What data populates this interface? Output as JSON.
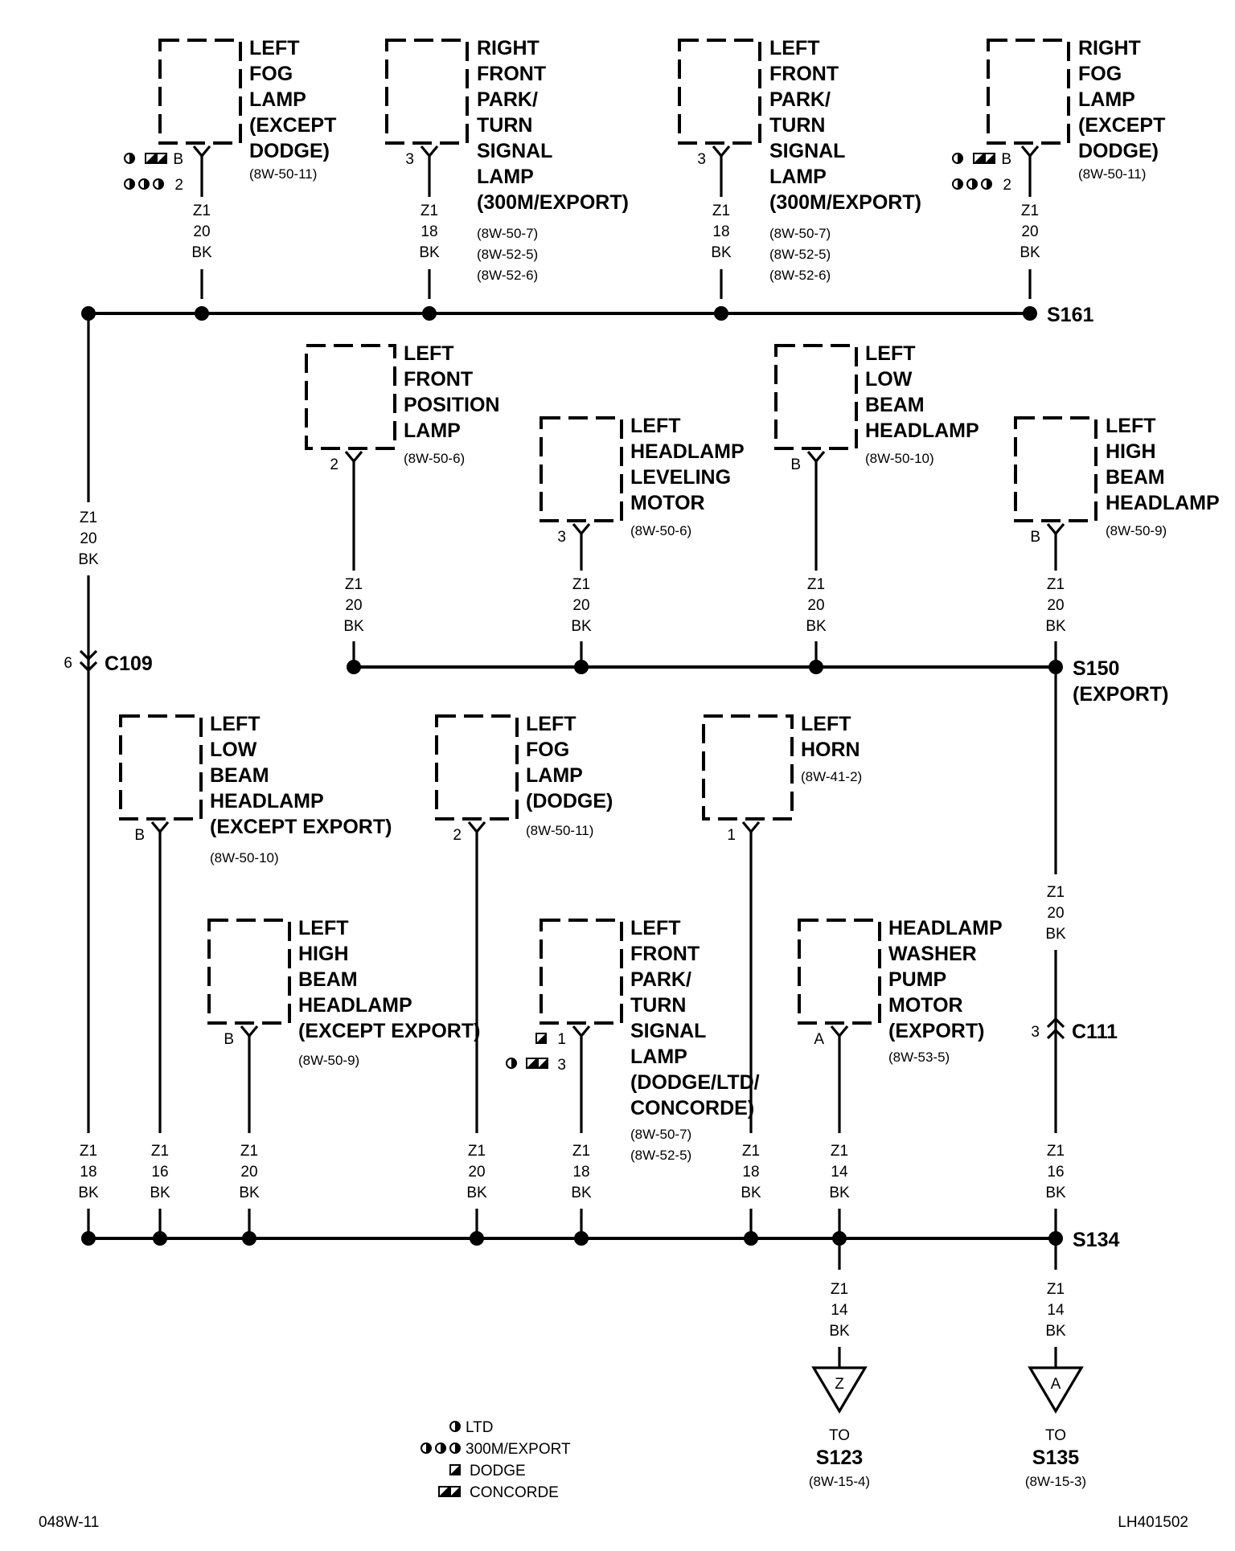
{
  "components": {
    "c1": {
      "lines": [
        "LEFT",
        "FOG",
        "LAMP",
        "(EXCEPT",
        "DODGE)"
      ],
      "refs": [
        "(8W-50-11)"
      ],
      "pin": "B",
      "pin2": "2"
    },
    "c2": {
      "lines": [
        "RIGHT",
        "FRONT",
        "PARK/",
        "TURN",
        "SIGNAL",
        "LAMP",
        "(300M/EXPORT)"
      ],
      "refs": [
        "(8W-50-7)",
        "(8W-52-5)",
        "(8W-52-6)"
      ],
      "pin": "3"
    },
    "c3": {
      "lines": [
        "LEFT",
        "FRONT",
        "PARK/",
        "TURN",
        "SIGNAL",
        "LAMP",
        "(300M/EXPORT)"
      ],
      "refs": [
        "(8W-50-7)",
        "(8W-52-5)",
        "(8W-52-6)"
      ],
      "pin": "3"
    },
    "c4": {
      "lines": [
        "RIGHT",
        "FOG",
        "LAMP",
        "(EXCEPT",
        "DODGE)"
      ],
      "refs": [
        "(8W-50-11)"
      ],
      "pin": "B",
      "pin2": "2"
    },
    "c5": {
      "lines": [
        "LEFT",
        "FRONT",
        "POSITION",
        "LAMP"
      ],
      "refs": [
        "(8W-50-6)"
      ],
      "pin": "2"
    },
    "c6": {
      "lines": [
        "LEFT",
        "HEADLAMP",
        "LEVELING",
        "MOTOR"
      ],
      "refs": [
        "(8W-50-6)"
      ],
      "pin": "3"
    },
    "c7": {
      "lines": [
        "LEFT",
        "LOW",
        "BEAM",
        "HEADLAMP"
      ],
      "refs": [
        "(8W-50-10)"
      ],
      "pin": "B"
    },
    "c8": {
      "lines": [
        "LEFT",
        "HIGH",
        "BEAM",
        "HEADLAMP"
      ],
      "refs": [
        "(8W-50-9)"
      ],
      "pin": "B"
    },
    "c9": {
      "lines": [
        "LEFT",
        "LOW",
        "BEAM",
        "HEADLAMP",
        "(EXCEPT EXPORT)"
      ],
      "refs": [
        "(8W-50-10)"
      ],
      "pin": "B"
    },
    "c10": {
      "lines": [
        "LEFT",
        "FOG",
        "LAMP",
        "(DODGE)"
      ],
      "refs": [
        "(8W-50-11)"
      ],
      "pin": "2"
    },
    "c11": {
      "lines": [
        "LEFT",
        "HORN"
      ],
      "refs": [
        "(8W-41-2)"
      ],
      "pin": "1"
    },
    "c12": {
      "lines": [
        "LEFT",
        "HIGH",
        "BEAM",
        "HEADLAMP",
        "(EXCEPT EXPORT)"
      ],
      "refs": [
        "(8W-50-9)"
      ],
      "pin": "B"
    },
    "c13": {
      "lines": [
        "LEFT",
        "FRONT",
        "PARK/",
        "TURN",
        "SIGNAL",
        "LAMP",
        "(DODGE/LTD/",
        "CONCORDE)"
      ],
      "refs": [
        "(8W-50-7)",
        "(8W-52-5)"
      ],
      "pin": "1",
      "pin2": "3"
    },
    "c14": {
      "lines": [
        "HEADLAMP",
        "WASHER",
        "PUMP",
        "MOTOR",
        "(EXPORT)"
      ],
      "refs": [
        "(8W-53-5)"
      ],
      "pin": "A"
    }
  },
  "wires": {
    "w1": [
      "Z1",
      "20",
      "BK"
    ],
    "w2": [
      "Z1",
      "18",
      "BK"
    ],
    "w3": [
      "Z1",
      "18",
      "BK"
    ],
    "w4": [
      "Z1",
      "20",
      "BK"
    ],
    "w5": [
      "Z1",
      "20",
      "BK"
    ],
    "w6": [
      "Z1",
      "20",
      "BK"
    ],
    "w7": [
      "Z1",
      "20",
      "BK"
    ],
    "w8": [
      "Z1",
      "20",
      "BK"
    ],
    "w9": [
      "Z1",
      "20",
      "BK"
    ],
    "w10": [
      "Z1",
      "20",
      "BK"
    ],
    "w11": [
      "Z1",
      "18",
      "BK"
    ],
    "w12": [
      "Z1",
      "16",
      "BK"
    ],
    "w13": [
      "Z1",
      "20",
      "BK"
    ],
    "w14": [
      "Z1",
      "20",
      "BK"
    ],
    "w15": [
      "Z1",
      "18",
      "BK"
    ],
    "w16": [
      "Z1",
      "18",
      "BK"
    ],
    "w17": [
      "Z1",
      "14",
      "BK"
    ],
    "w18": [
      "Z1",
      "16",
      "BK"
    ],
    "w19": [
      "Z1",
      "14",
      "BK"
    ],
    "w20": [
      "Z1",
      "14",
      "BK"
    ]
  },
  "splices": {
    "s161": "S161",
    "s150": "S150",
    "s150_note": "(EXPORT)",
    "s134": "S134"
  },
  "connectors": {
    "c109": "C109",
    "c109_pin": "6",
    "c111": "C111",
    "c111_pin": "3"
  },
  "terminals": {
    "z": {
      "letter": "Z",
      "to": "TO",
      "dest": "S123",
      "ref": "(8W-15-4)"
    },
    "a": {
      "letter": "A",
      "to": "TO",
      "dest": "S135",
      "ref": "(8W-15-3)"
    }
  },
  "legend": {
    "ltd": "LTD",
    "m300": "300M/EXPORT",
    "dodge": "DODGE",
    "concorde": "CONCORDE"
  },
  "footer": {
    "left": "048W-11",
    "right": "LH401502"
  }
}
